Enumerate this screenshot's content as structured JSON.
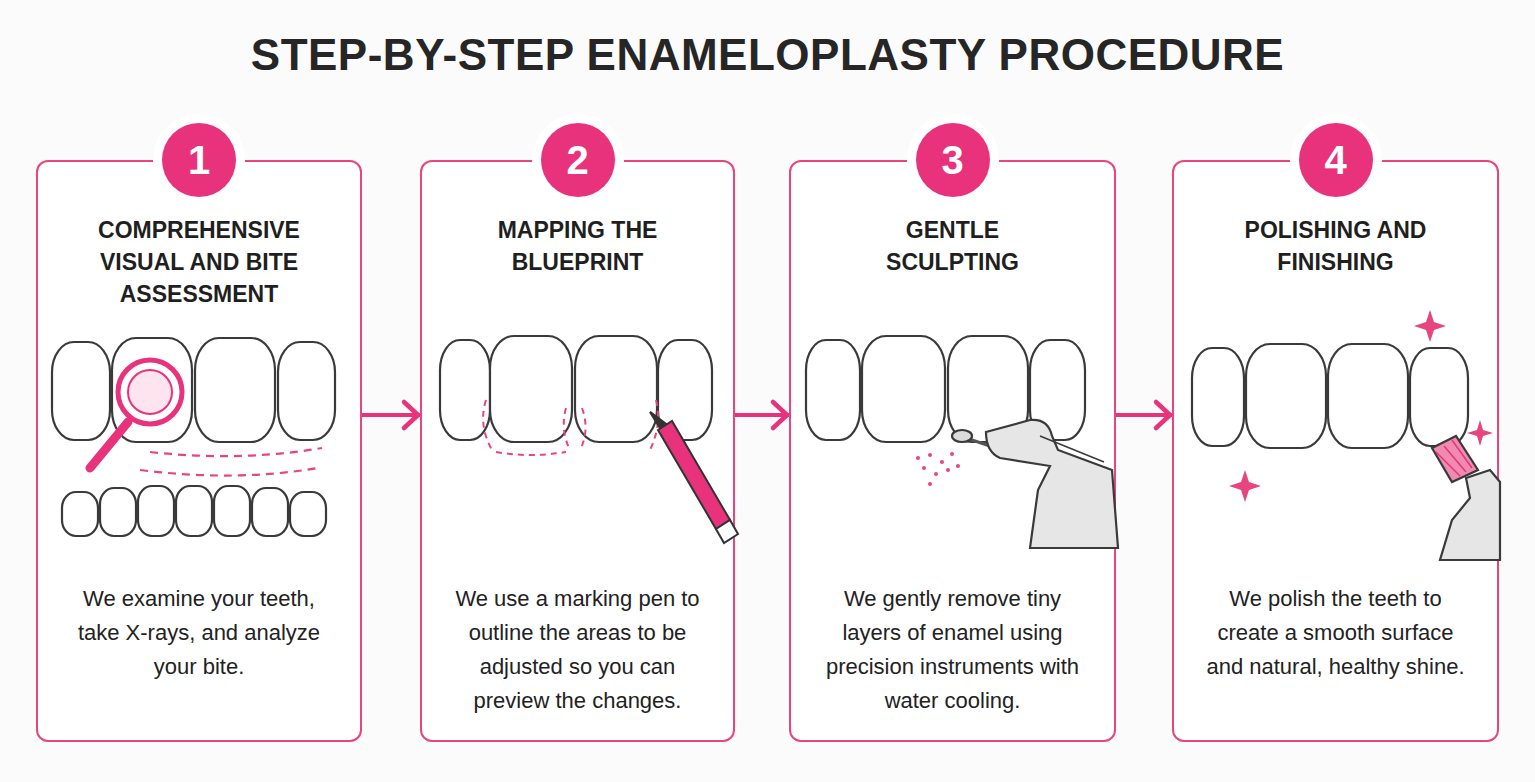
{
  "diagram": {
    "title": "STEP-BY-STEP ENAMELOPLASTY PROCEDURE",
    "nodes": [
      {
        "text": [
          "COMPREHENSIVE VISUAL AND BITE ASSESSMENT",
          "We examine your teeth, take X-rays, and analyze your bite."
        ]
      },
      {
        "text": [
          "1"
        ],
        "in": 0
      },
      {
        "text": [
          "MAPPING THE BLUEPRINT",
          "We use a marking pen to outline the areas to be adjusted so you can preview the changes."
        ]
      },
      {
        "text": [
          "2"
        ],
        "in": 2
      },
      {
        "text": [
          "GENTLE SCULPTING",
          "We gently remove tiny layers of enamel using precision instruments with water cooling."
        ]
      },
      {
        "text": [
          "3"
        ],
        "in": 4
      },
      {
        "text": [
          "POLISHING AND FINISHING",
          "We polish the teeth to create a smooth surface and natural, healthy shine."
        ]
      },
      {
        "text": [
          "4"
        ],
        "in": 6
      }
    ],
    "edges": [
      {
        "from": 0,
        "to": 2,
        "arrow": "to"
      },
      {
        "from": 2,
        "to": 4,
        "arrow": "to"
      },
      {
        "from": 4,
        "to": 6,
        "arrow": "to"
      }
    ]
  }
}
